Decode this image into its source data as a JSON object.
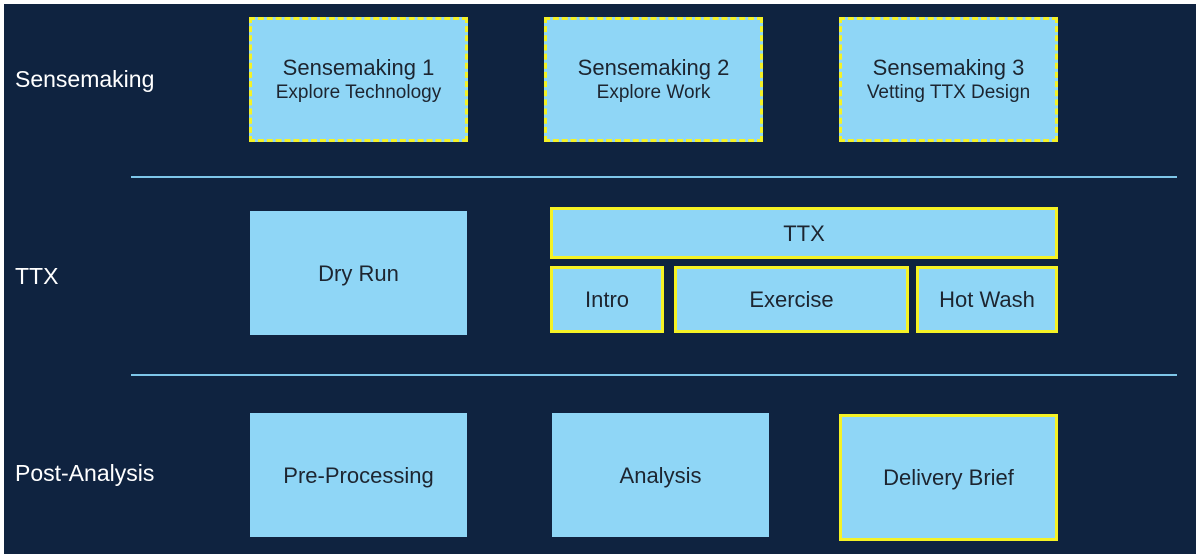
{
  "rows": {
    "sensemaking": "Sensemaking",
    "ttx": "TTX",
    "post_analysis": "Post-Analysis"
  },
  "sensemaking": {
    "s1": {
      "title": "Sensemaking 1",
      "subtitle": "Explore Technology"
    },
    "s2": {
      "title": "Sensemaking 2",
      "subtitle": "Explore Work"
    },
    "s3": {
      "title": "Sensemaking 3",
      "subtitle": "Vetting TTX Design"
    }
  },
  "ttx": {
    "dry_run": "Dry Run",
    "header": "TTX",
    "intro": "Intro",
    "exercise": "Exercise",
    "hot_wash": "Hot Wash"
  },
  "post_analysis": {
    "pre_processing": "Pre-Processing",
    "analysis": "Analysis",
    "delivery_brief": "Delivery Brief"
  },
  "colors": {
    "background": "#0f2340",
    "box_fill": "#8fd6f6",
    "highlight_border": "#f5f225",
    "divider": "#7ec6e9",
    "label_text": "#ffffff"
  }
}
